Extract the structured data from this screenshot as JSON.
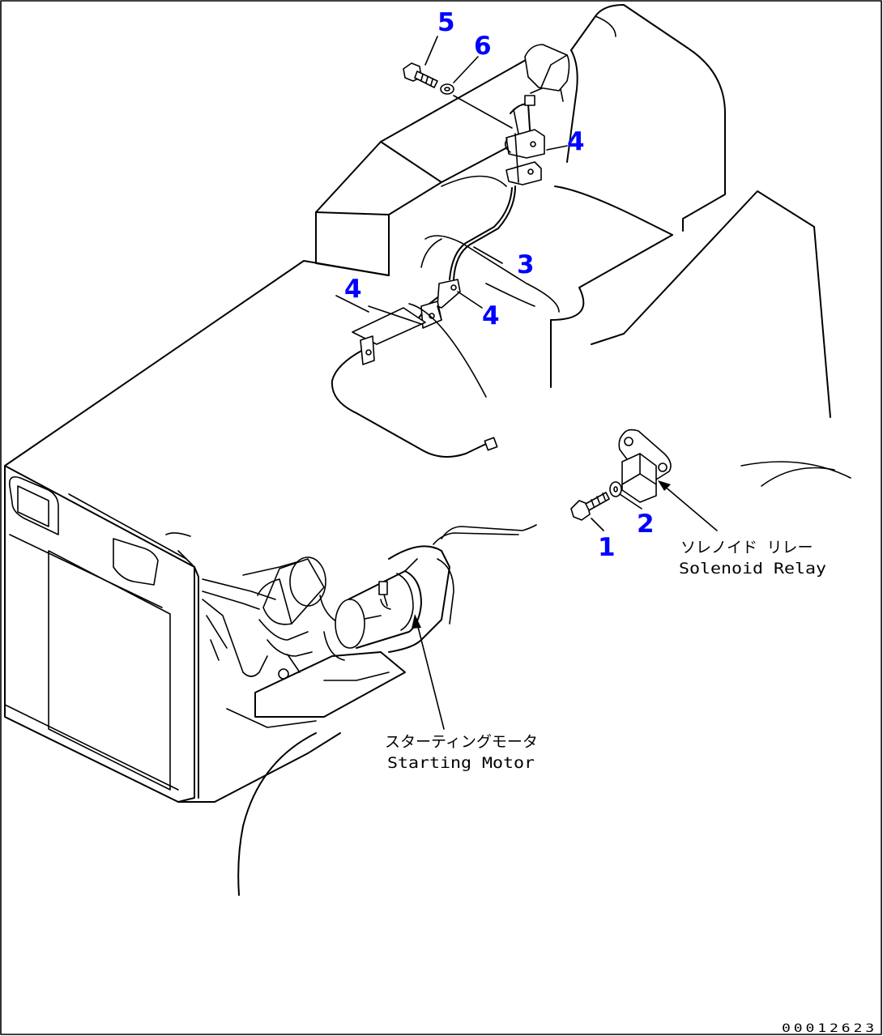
{
  "callouts": {
    "c1": "1",
    "c2": "2",
    "c3": "3",
    "c4a": "4",
    "c4b": "4",
    "c4c": "4",
    "c5": "5",
    "c6": "6"
  },
  "labels": {
    "solenoid_relay_jp": "ソレノイド リレー",
    "solenoid_relay_en": "Solenoid Relay",
    "starting_motor_jp": "スターティングモータ",
    "starting_motor_en": "Starting Motor"
  },
  "drawing_number": "00012623",
  "colors": {
    "callout": "#0000ff",
    "line": "#000000",
    "background": "#ffffff"
  }
}
